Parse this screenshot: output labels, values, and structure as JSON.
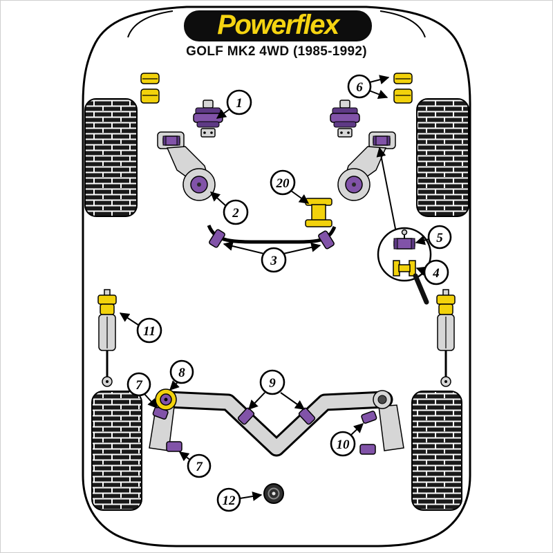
{
  "header": {
    "brand": "Powerflex",
    "model": "GOLF MK2 4WD (1985-1992)"
  },
  "colors": {
    "banner": "#0d0d0d",
    "brand": "#f5d411",
    "bushing": "#8153a8",
    "bushingDark": "#5e3a85",
    "yellow": "#f2d20c",
    "metal": "#d6d6d6",
    "tire": "#1a1a1a"
  },
  "callouts": [
    {
      "number": "1"
    },
    {
      "number": "2"
    },
    {
      "number": "3"
    },
    {
      "number": "20"
    },
    {
      "number": "6"
    },
    {
      "number": "5"
    },
    {
      "number": "4"
    },
    {
      "number": "11"
    },
    {
      "number": "7"
    },
    {
      "number": "8"
    },
    {
      "number": "9"
    },
    {
      "number": "10"
    },
    {
      "number": "7"
    },
    {
      "number": "12"
    }
  ]
}
